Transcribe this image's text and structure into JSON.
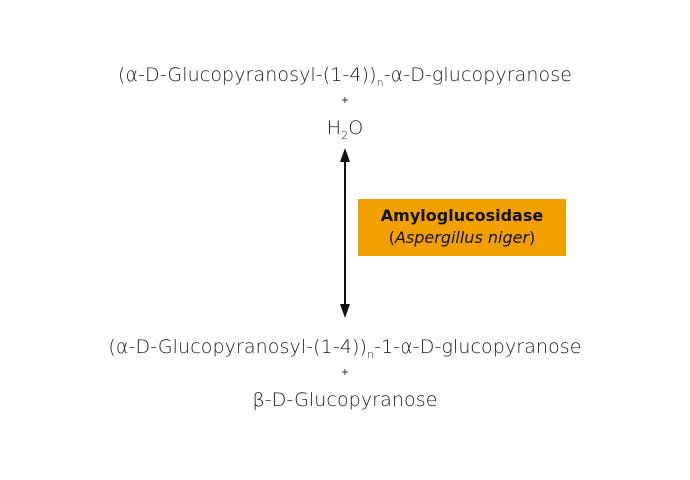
{
  "reactants": {
    "substrate": {
      "prefix": "(α-D-Glucopyranosyl-(1-4))",
      "subscript": "n",
      "suffix": "-α-D-glucopyranose"
    },
    "plus": "+",
    "water": {
      "prefix": "H",
      "subscript": "2",
      "suffix": "O"
    }
  },
  "enzyme": {
    "name": "Amyloglucosidase",
    "source_open": "(",
    "source_organism": "Aspergillus niger",
    "source_close": ")",
    "box_color": "#f2a000"
  },
  "products": {
    "oligo": {
      "prefix": "(α-D-Glucopyranosyl-(1-4))",
      "subscript": "n",
      "suffix": "-1-α-D-glucopyranose"
    },
    "plus": "+",
    "glucose": "β-D-Glucopyranose"
  },
  "arrow": {
    "type": "double-headed",
    "color": "#111111"
  }
}
